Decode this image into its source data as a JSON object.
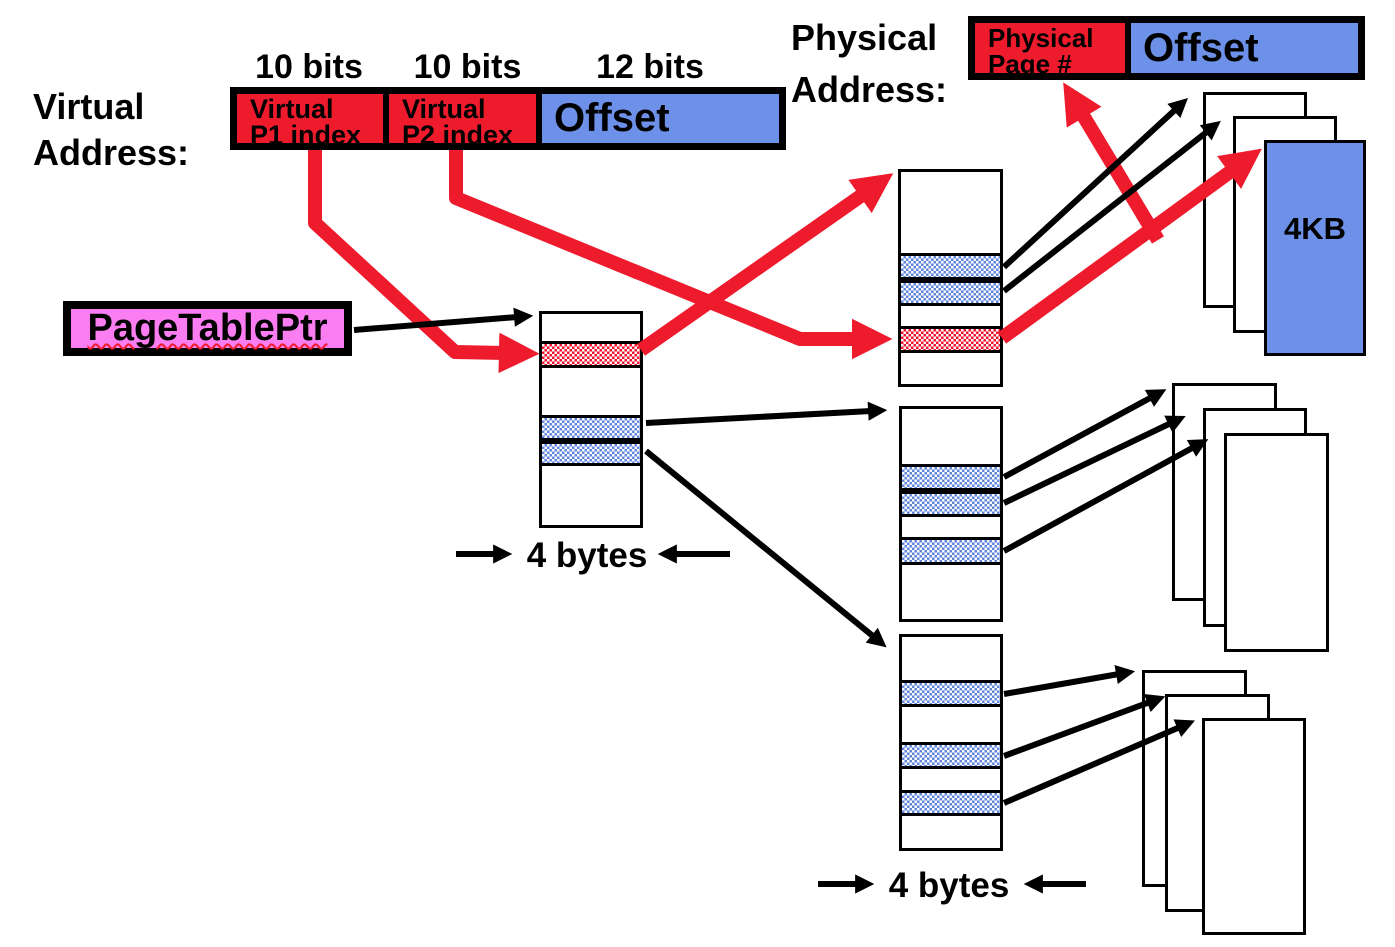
{
  "virtual_address_label": {
    "line1": "Virtual",
    "line2": "Address:"
  },
  "bit_labels": {
    "p1": "10 bits",
    "p2": "10 bits",
    "offset": "12 bits"
  },
  "virtual_address_box": {
    "p1_line1": "Virtual",
    "p1_line2": "P1 index",
    "p2_line1": "Virtual",
    "p2_line2": "P2 index",
    "offset": "Offset"
  },
  "physical_address_label": {
    "line1": "Physical",
    "line2": "Address:"
  },
  "physical_address_box": {
    "page_line1": "Physical",
    "page_line2": "Page #",
    "offset": "Offset"
  },
  "page_table_ptr": {
    "label": "PageTablePtr"
  },
  "level1_table": {
    "byte_width_label": "4 bytes"
  },
  "level2_bottom_table": {
    "byte_width_label": "4 bytes"
  },
  "physical_page": {
    "size_label": "4KB"
  },
  "colors": {
    "red": "#EE1B2D",
    "blue": "#6D90E8",
    "dotted_blue": "#5F84DC",
    "pink": "#FB7DF2",
    "black": "#000000",
    "white": "#FFFFFF"
  }
}
